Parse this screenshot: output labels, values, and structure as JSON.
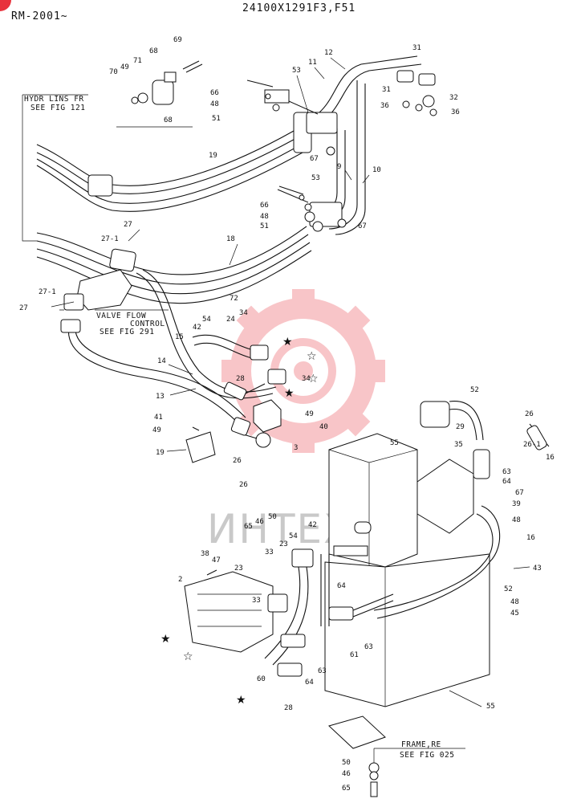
{
  "header": {
    "left_code": "RM-2001~",
    "right_code": "24100X1291F3,F51"
  },
  "notes": {
    "hydr_lines_1": "HYDR LINS FR",
    "hydr_lines_2": "SEE FIG 121",
    "valve_1": "VALVE FLOW",
    "valve_2": "CONTROL",
    "valve_3": "SEE FIG 291",
    "frame_1": "FRAME,RE",
    "frame_2": "SEE FIG 025"
  },
  "watermark": {
    "text": "ИНТЕХ",
    "color": "#e8323c"
  },
  "labels": [
    "69",
    "68",
    "70",
    "49",
    "71",
    "68",
    "66",
    "48",
    "51",
    "53",
    "11",
    "12",
    "31",
    "31",
    "32",
    "36",
    "36",
    "67",
    "19",
    "9",
    "10",
    "53",
    "66",
    "48",
    "51",
    "67",
    "27",
    "27-1",
    "18",
    "72",
    "27-1",
    "27",
    "15",
    "42",
    "54",
    "24",
    "34",
    "34",
    "14",
    "28",
    "13",
    "41",
    "49",
    "40",
    "49",
    "3",
    "19",
    "26",
    "26",
    "52",
    "29",
    "35",
    "26",
    "26-1",
    "16",
    "55",
    "63",
    "64",
    "67",
    "39",
    "48",
    "16",
    "65",
    "46",
    "50",
    "42",
    "54",
    "23",
    "38",
    "47",
    "33",
    "2",
    "23",
    "33",
    "64",
    "61",
    "63",
    "60",
    "64",
    "63",
    "28",
    "52",
    "43",
    "48",
    "45",
    "55",
    "50",
    "46",
    "65"
  ]
}
